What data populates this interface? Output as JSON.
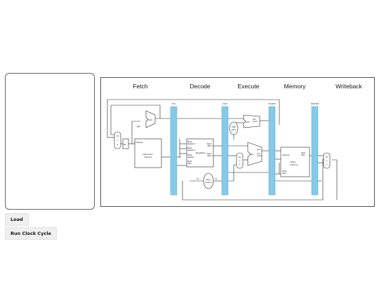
{
  "controls": {
    "load_label": "Load",
    "run_label": "Run Clock Cycle"
  },
  "stages": [
    "Fetch",
    "Decode",
    "Execute",
    "Memory",
    "Writeback"
  ],
  "pipeline_registers": [
    "IF/ID",
    "ID/EX",
    "EX/MEM",
    "MEM/WB"
  ],
  "datapath": {
    "adder_pc": "Add",
    "constant_four": "4",
    "pc": "PC",
    "mux_label": [
      "M",
      "u",
      "x"
    ],
    "address": "Address",
    "instruction_memory": [
      "Instruction",
      "memory"
    ],
    "read_register_1": [
      "Read",
      "register 1"
    ],
    "read_register_2": [
      "Read",
      "register 2"
    ],
    "write_register": [
      "Write",
      "register"
    ],
    "write_data": [
      "Write",
      "data"
    ],
    "registers": "Registers",
    "read_data_1": [
      "Read",
      "data 1"
    ],
    "read_data_2": [
      "Read",
      "data 2"
    ],
    "bits_16": "16",
    "bits_32": "32",
    "sign_extend": [
      "Sign-",
      "extend"
    ],
    "shift_left_2": [
      "Shift",
      "left 2"
    ],
    "adder_branch": "Add",
    "add_result": [
      "Add",
      "result"
    ],
    "alu": "ALU",
    "zero": "Zero",
    "alu_result": [
      "ALU",
      "result"
    ],
    "dm_address": "Address",
    "read_data": [
      "Read",
      "data"
    ],
    "data_memory": [
      "Data",
      "memory"
    ],
    "dm_write_data": [
      "Write",
      "data"
    ]
  },
  "colors": {
    "pipeline_register": "#87c9e8",
    "wire": "#222222",
    "panel_border": "#666666",
    "button_bg": "#efefef"
  }
}
